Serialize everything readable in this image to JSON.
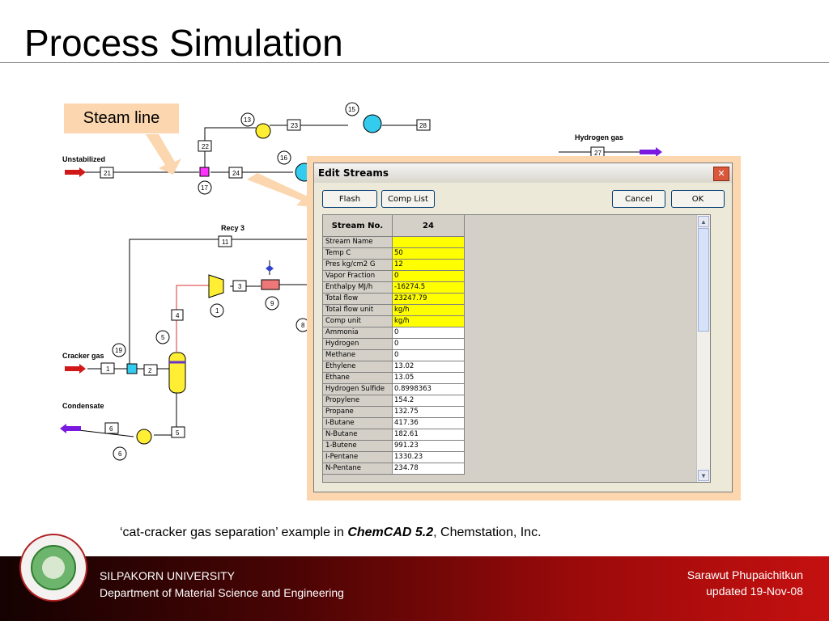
{
  "slide": {
    "title": "Process Simulation",
    "callout": "Steam line",
    "caption_prefix": "‘cat-cracker gas separation’ example in ",
    "caption_bold": "ChemCAD 5.2",
    "caption_suffix": ", Chemstation, Inc."
  },
  "flowsheet": {
    "labels": {
      "unstabilized": "Unstabilized",
      "hydrogen_gas": "Hydrogen gas",
      "recy": "Recy 3",
      "cracker_gas": "Cracker gas",
      "condensate": "Condensate"
    },
    "stream_numbers": [
      "21",
      "22",
      "23",
      "24",
      "27",
      "28",
      "11",
      "3",
      "4",
      "1",
      "2",
      "6",
      "5"
    ],
    "unit_numbers": [
      "13",
      "15",
      "16",
      "17",
      "1",
      "9",
      "5",
      "8",
      "19",
      "6"
    ]
  },
  "dialog": {
    "title": "Edit Streams",
    "close": "✕",
    "buttons": {
      "flash": "Flash",
      "comp_list": "Comp List",
      "cancel": "Cancel",
      "ok": "OK"
    },
    "header_label": "Stream No.",
    "header_value": "24",
    "rows": [
      {
        "name": "Stream Name",
        "value": "",
        "highlight": true
      },
      {
        "name": "Temp  C",
        "value": "50",
        "highlight": true
      },
      {
        "name": "Pres  kg/cm2 G",
        "value": "12",
        "highlight": true
      },
      {
        "name": "Vapor Fraction",
        "value": "0",
        "highlight": true
      },
      {
        "name": "Enthalpy MJ/h",
        "value": "-16274.5",
        "highlight": true
      },
      {
        "name": "Total flow",
        "value": "23247.79",
        "highlight": true
      },
      {
        "name": "Total flow unit",
        "value": "kg/h",
        "highlight": true
      },
      {
        "name": "Comp unit",
        "value": "kg/h",
        "highlight": true
      },
      {
        "name": "Ammonia",
        "value": "0",
        "highlight": false
      },
      {
        "name": "Hydrogen",
        "value": "0",
        "highlight": false
      },
      {
        "name": "Methane",
        "value": "0",
        "highlight": false
      },
      {
        "name": "Ethylene",
        "value": "13.02",
        "highlight": false
      },
      {
        "name": "Ethane",
        "value": "13.05",
        "highlight": false
      },
      {
        "name": "Hydrogen Sulfide",
        "value": "0.8998363",
        "highlight": false
      },
      {
        "name": "Propylene",
        "value": "154.2",
        "highlight": false
      },
      {
        "name": "Propane",
        "value": "132.75",
        "highlight": false
      },
      {
        "name": "I-Butane",
        "value": "417.36",
        "highlight": false
      },
      {
        "name": "N-Butane",
        "value": "182.61",
        "highlight": false
      },
      {
        "name": "1-Butene",
        "value": "991.23",
        "highlight": false
      },
      {
        "name": "I-Pentane",
        "value": "1330.23",
        "highlight": false
      },
      {
        "name": "N-Pentane",
        "value": "234.78",
        "highlight": false
      }
    ]
  },
  "footer": {
    "university": "SILPAKORN UNIVERSITY",
    "department": "Department of Material Science and Engineering",
    "author": "Sarawut Phupaichitkun",
    "updated": "updated  19-Nov-08"
  },
  "colors": {
    "footer_dark": "#150202",
    "footer_red": "#c41010",
    "highlight_yellow": "#ffff00",
    "callout_fill": "#fbd6ae"
  }
}
